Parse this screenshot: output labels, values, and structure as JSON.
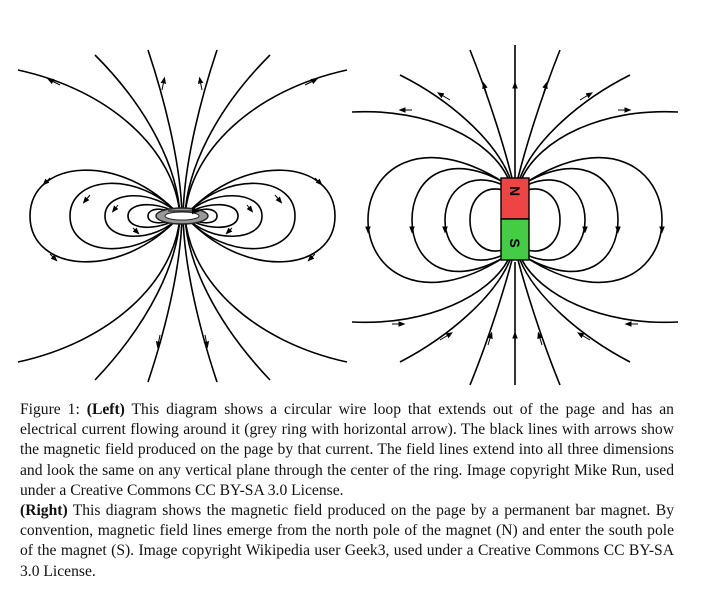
{
  "figure": {
    "left_panel": {
      "ring_color": "#888888"
    },
    "right_panel": {
      "north_label": "N",
      "south_label": "S",
      "north_color": "#ee4444",
      "south_color": "#44cc44"
    }
  },
  "caption": {
    "label": "Figure 1:",
    "left_tag": "(Left)",
    "left_text": " This diagram shows a circular wire loop that extends out of the page and has an electrical current flowing around it (grey ring with horizontal arrow). The black lines with arrows show the magnetic field produced on the page by that current. The field lines extend into all three dimensions and look the same on any vertical plane through the center of the ring. Image copyright Mike Run, used under a Creative Commons CC BY-SA 3.0 License.",
    "right_tag": "(Right)",
    "right_text": " This diagram shows the magnetic field produced on the page by a permanent bar magnet. By convention, magnetic field lines emerge from the north pole of the magnet (N) and enter the south pole of the magnet (S). Image copyright Wikipedia user Geek3, used under a Creative Commons CC BY-SA 3.0 License."
  }
}
